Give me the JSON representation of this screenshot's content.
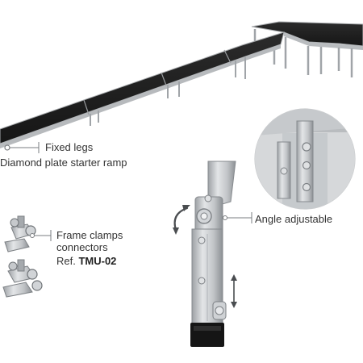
{
  "labels": {
    "fixed_legs": "Fixed legs",
    "starter_ramp": "Diamond plate starter ramp",
    "angle_adjustable": "Angle adjustable",
    "frame_clamps_line1": "Frame clamps",
    "frame_clamps_line2": "connectors",
    "ref_prefix": "Ref.",
    "ref_code": "TMU-02"
  },
  "colors": {
    "deck": "#1f1f1f",
    "deck_edge": "#a9acaf",
    "aluminium": "#c7cacd",
    "aluminium_dark": "#8e9296",
    "leader_line": "#7a7d80",
    "foot": "#151515",
    "text": "#333333"
  },
  "icons": [
    "rotation-arrow-icon",
    "vertical-adjust-arrow-icon"
  ]
}
